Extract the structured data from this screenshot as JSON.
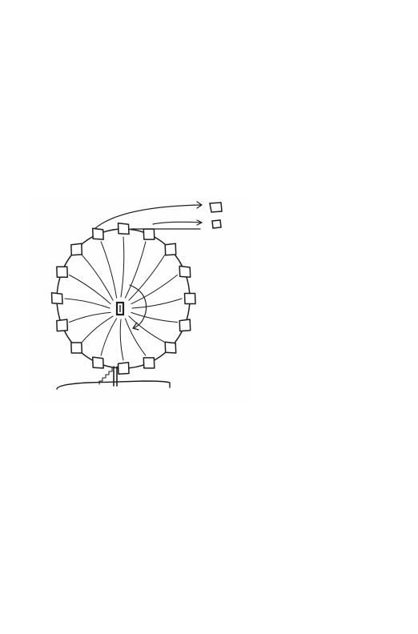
{
  "drawing": {
    "subject": "ferris-wheel",
    "cabins_on_rim": 16,
    "flung_cabins": 2,
    "ink_color": "#1e1e1e",
    "paper_color": "#ffffff"
  }
}
